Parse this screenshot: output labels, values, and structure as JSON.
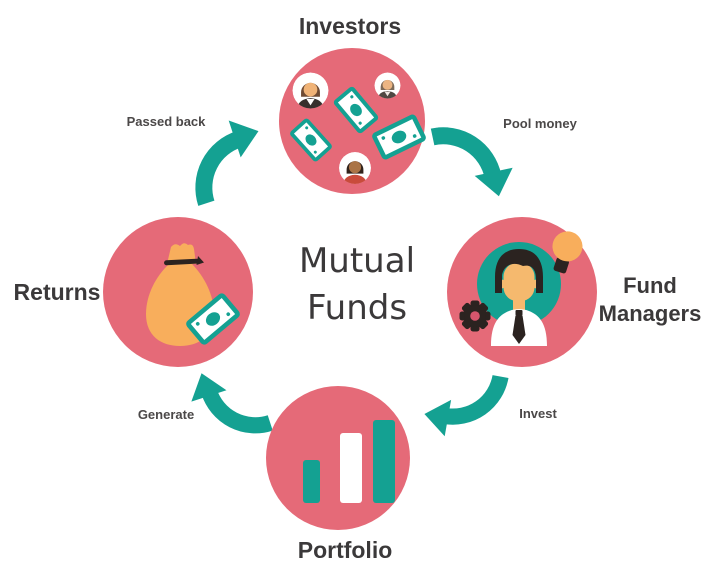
{
  "diagram": {
    "title": "Mutual Funds"
  },
  "nodes": {
    "investors": {
      "label": "Investors"
    },
    "fund_managers": {
      "label": "Fund Managers"
    },
    "portfolio": {
      "label": "Portfolio"
    },
    "returns": {
      "label": "Returns"
    }
  },
  "flows": {
    "pool_money": {
      "label": "Pool money",
      "from": "investors",
      "to": "fund_managers"
    },
    "invest": {
      "label": "Invest",
      "from": "fund_managers",
      "to": "portfolio"
    },
    "generate": {
      "label": "Generate",
      "from": "portfolio",
      "to": "returns"
    },
    "passed_back": {
      "label": "Passed back",
      "from": "returns",
      "to": "investors"
    }
  },
  "icons": {
    "investors": [
      "person-avatar-icon",
      "person-avatar-icon",
      "person-avatar-icon",
      "money-bill-icon",
      "money-bill-icon",
      "money-bill-icon"
    ],
    "fund_managers": [
      "fund-manager-avatar-icon",
      "lightbulb-icon",
      "gear-icon"
    ],
    "portfolio": [
      "bar-chart-icon"
    ],
    "returns": [
      "money-bag-icon",
      "money-bill-icon"
    ],
    "flow_arrow": "curved-arrow-icon"
  },
  "colors": {
    "rose": "#e56a78",
    "teal": "#14a192",
    "orange": "#f8ae5c",
    "skin": "#f5b96e",
    "dark": "#2b2320",
    "gear_center": "#d6566d",
    "text_dark": "#3b393a",
    "label_text": "#4b4848",
    "bg": "#ffffff"
  }
}
